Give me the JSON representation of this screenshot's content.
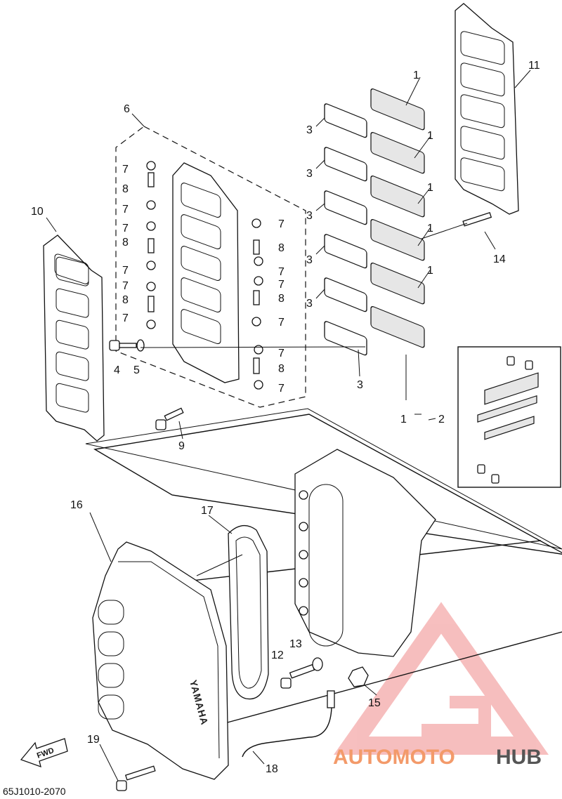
{
  "diagram_code": "65J1010-2070",
  "fwd_label": "FWD",
  "brand_mark": "YAMAHA",
  "watermark": {
    "word_a": "AUTOMOTO",
    "word_b": "HUB",
    "color_a": "#f39a6a",
    "color_b": "#555555",
    "logo_color": "#f08a8a"
  },
  "callouts": [
    "1",
    "2",
    "3",
    "4",
    "5",
    "6",
    "7",
    "8",
    "9",
    "10",
    "11",
    "12",
    "13",
    "14",
    "15",
    "16",
    "17",
    "18",
    "19"
  ]
}
